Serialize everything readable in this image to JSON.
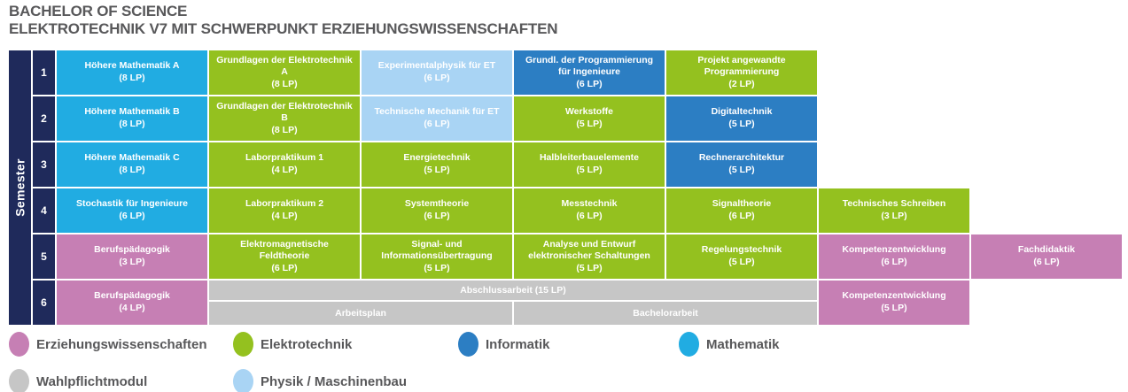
{
  "title": {
    "line1": "BACHELOR OF SCIENCE",
    "line2": "ELEKTROTECHNIK V7 MIT SCHWERPUNKT ERZIEHUNGSWISSENSCHAFTEN"
  },
  "colors": {
    "erziehungswissenschaften": "#C67FB4",
    "elektrotechnik": "#94C11F",
    "informatik": "#2C7EC3",
    "mathematik": "#21ACE2",
    "wahlpflichtmodul": "#C6C6C6",
    "physik_maschinenbau": "#A9D4F4",
    "semester_bar": "#1F2A5B",
    "heading_text": "#58585A"
  },
  "semester_axis": {
    "label": "Semester",
    "values": [
      "1",
      "2",
      "3",
      "4",
      "5",
      "6"
    ]
  },
  "grid": {
    "rows": [
      {
        "semester": "1",
        "modules": [
          {
            "name": "Höhere Mathematik A",
            "lp": "(8 LP)",
            "cat": "mathematik",
            "col": 1,
            "span": 1
          },
          {
            "name": "Grundlagen der Elektrotechnik A",
            "lp": "(8 LP)",
            "cat": "elektrotechnik",
            "col": 2,
            "span": 1
          },
          {
            "name": "Experimentalphysik für ET",
            "lp": "(6 LP)",
            "cat": "physik_maschinenbau",
            "col": 3,
            "span": 1
          },
          {
            "name": "Grundl. der Programmierung für Ingenieure",
            "lp": "(6 LP)",
            "cat": "informatik",
            "col": 4,
            "span": 1
          },
          {
            "name": "Projekt angewandte Programmierung",
            "lp": "(2 LP)",
            "cat": "elektrotechnik",
            "col": 5,
            "span": 1
          }
        ]
      },
      {
        "semester": "2",
        "modules": [
          {
            "name": "Höhere Mathematik B",
            "lp": "(8 LP)",
            "cat": "mathematik",
            "col": 1,
            "span": 1
          },
          {
            "name": "Grundlagen der Elektrotechnik B",
            "lp": "(8 LP)",
            "cat": "elektrotechnik",
            "col": 2,
            "span": 1
          },
          {
            "name": "Technische Mechanik für ET",
            "lp": "(6 LP)",
            "cat": "physik_maschinenbau",
            "col": 3,
            "span": 1
          },
          {
            "name": "Werkstoffe",
            "lp": "(5 LP)",
            "cat": "elektrotechnik",
            "col": 4,
            "span": 1
          },
          {
            "name": "Digitaltechnik",
            "lp": "(5 LP)",
            "cat": "informatik",
            "col": 5,
            "span": 1
          }
        ]
      },
      {
        "semester": "3",
        "modules": [
          {
            "name": "Höhere Mathematik C",
            "lp": "(8 LP)",
            "cat": "mathematik",
            "col": 1,
            "span": 1
          },
          {
            "name": "Laborpraktikum 1",
            "lp": "(4 LP)",
            "cat": "elektrotechnik",
            "col": 2,
            "span": 1
          },
          {
            "name": "Energietechnik",
            "lp": "(5 LP)",
            "cat": "elektrotechnik",
            "col": 3,
            "span": 1
          },
          {
            "name": "Halbleiterbauelemente",
            "lp": "(5 LP)",
            "cat": "elektrotechnik",
            "col": 4,
            "span": 1
          },
          {
            "name": "Rechnerarchitektur",
            "lp": "(5 LP)",
            "cat": "informatik",
            "col": 5,
            "span": 1
          }
        ]
      },
      {
        "semester": "4",
        "modules": [
          {
            "name": "Stochastik für Ingenieure",
            "lp": "(6 LP)",
            "cat": "mathematik",
            "col": 1,
            "span": 1
          },
          {
            "name": "Laborpraktikum 2",
            "lp": "(4 LP)",
            "cat": "elektrotechnik",
            "col": 2,
            "span": 1
          },
          {
            "name": "Systemtheorie",
            "lp": "(6 LP)",
            "cat": "elektrotechnik",
            "col": 3,
            "span": 1
          },
          {
            "name": "Messtechnik",
            "lp": "(6 LP)",
            "cat": "elektrotechnik",
            "col": 4,
            "span": 1
          },
          {
            "name": "Signaltheorie",
            "lp": "(6 LP)",
            "cat": "elektrotechnik",
            "col": 5,
            "span": 1
          },
          {
            "name": "Technisches Schreiben",
            "lp": "(3 LP)",
            "cat": "elektrotechnik",
            "col": 6,
            "span": 1
          }
        ]
      },
      {
        "semester": "5",
        "modules": [
          {
            "name": "Berufspädagogik",
            "lp": "(3 LP)",
            "cat": "erziehungswissenschaften",
            "col": 1,
            "span": 1
          },
          {
            "name": "Elektromagnetische Feldtheorie",
            "lp": "(6 LP)",
            "cat": "elektrotechnik",
            "col": 2,
            "span": 1
          },
          {
            "name": "Signal- und Informationsübertragung",
            "lp": "(5 LP)",
            "cat": "elektrotechnik",
            "col": 3,
            "span": 1
          },
          {
            "name": "Analyse und Entwurf elektronischer Schaltungen",
            "lp": "(5 LP)",
            "cat": "elektrotechnik",
            "col": 4,
            "span": 1
          },
          {
            "name": "Regelungstechnik",
            "lp": "(5 LP)",
            "cat": "elektrotechnik",
            "col": 5,
            "span": 1
          },
          {
            "name": "Kompetenzentwicklung",
            "lp": "(6 LP)",
            "cat": "erziehungswissenschaften",
            "col": 6,
            "span": 1
          },
          {
            "name": "Fachdidaktik",
            "lp": "(6 LP)",
            "cat": "erziehungswissenschaften",
            "col": 7,
            "span": 1
          }
        ]
      },
      {
        "semester": "6",
        "modules": [
          {
            "name": "Berufspädagogik",
            "lp": "(4 LP)",
            "cat": "erziehungswissenschaften",
            "col": 1,
            "span": 1
          },
          {
            "name": "Abschlussarbeit (15 LP)",
            "parts": [
              "Arbeitsplan",
              "Bachelorarbeit"
            ],
            "cat": "wahlpflichtmodul",
            "col": 2,
            "span": 4
          },
          {
            "name": "Kompetenzentwicklung",
            "lp": "(5 LP)",
            "cat": "erziehungswissenschaften",
            "col": 6,
            "span": 1
          }
        ]
      }
    ]
  },
  "legend": {
    "items": [
      {
        "label": "Erziehungswissenschaften",
        "cat": "erziehungswissenschaften"
      },
      {
        "label": "Elektrotechnik",
        "cat": "elektrotechnik"
      },
      {
        "label": "Informatik",
        "cat": "informatik"
      },
      {
        "label": "Mathematik",
        "cat": "mathematik"
      },
      {
        "label": "Wahlpflichtmodul",
        "cat": "wahlpflichtmodul"
      },
      {
        "label": "Physik / Maschinenbau",
        "cat": "physik_maschinenbau"
      }
    ]
  }
}
